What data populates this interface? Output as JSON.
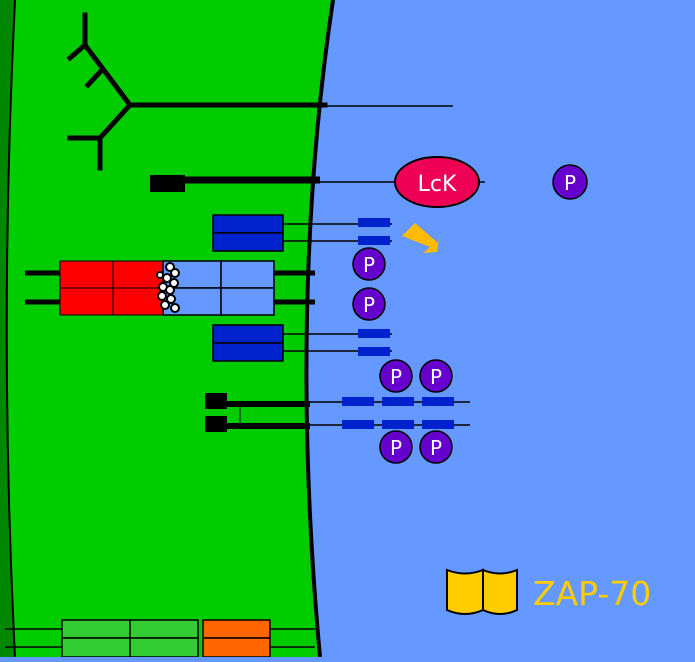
{
  "labels": {
    "lck": "LcK",
    "phospho": "P",
    "zap70": "ZAP-70"
  },
  "colors": {
    "background": "#6699ff",
    "membrane_region": "#00cc00",
    "outer_edge": "#008800",
    "lck_fill": "#ee0055",
    "phospho_fill": "#6600cc",
    "itam_blue": "#0022cc",
    "light_blue_chain": "#6699ff",
    "red_chain": "#ff0000",
    "green_chain": "#33cc33",
    "orange_chain": "#ff6600",
    "zap70_fill": "#ffcc00",
    "arrow_fill": "#ffbb00"
  }
}
